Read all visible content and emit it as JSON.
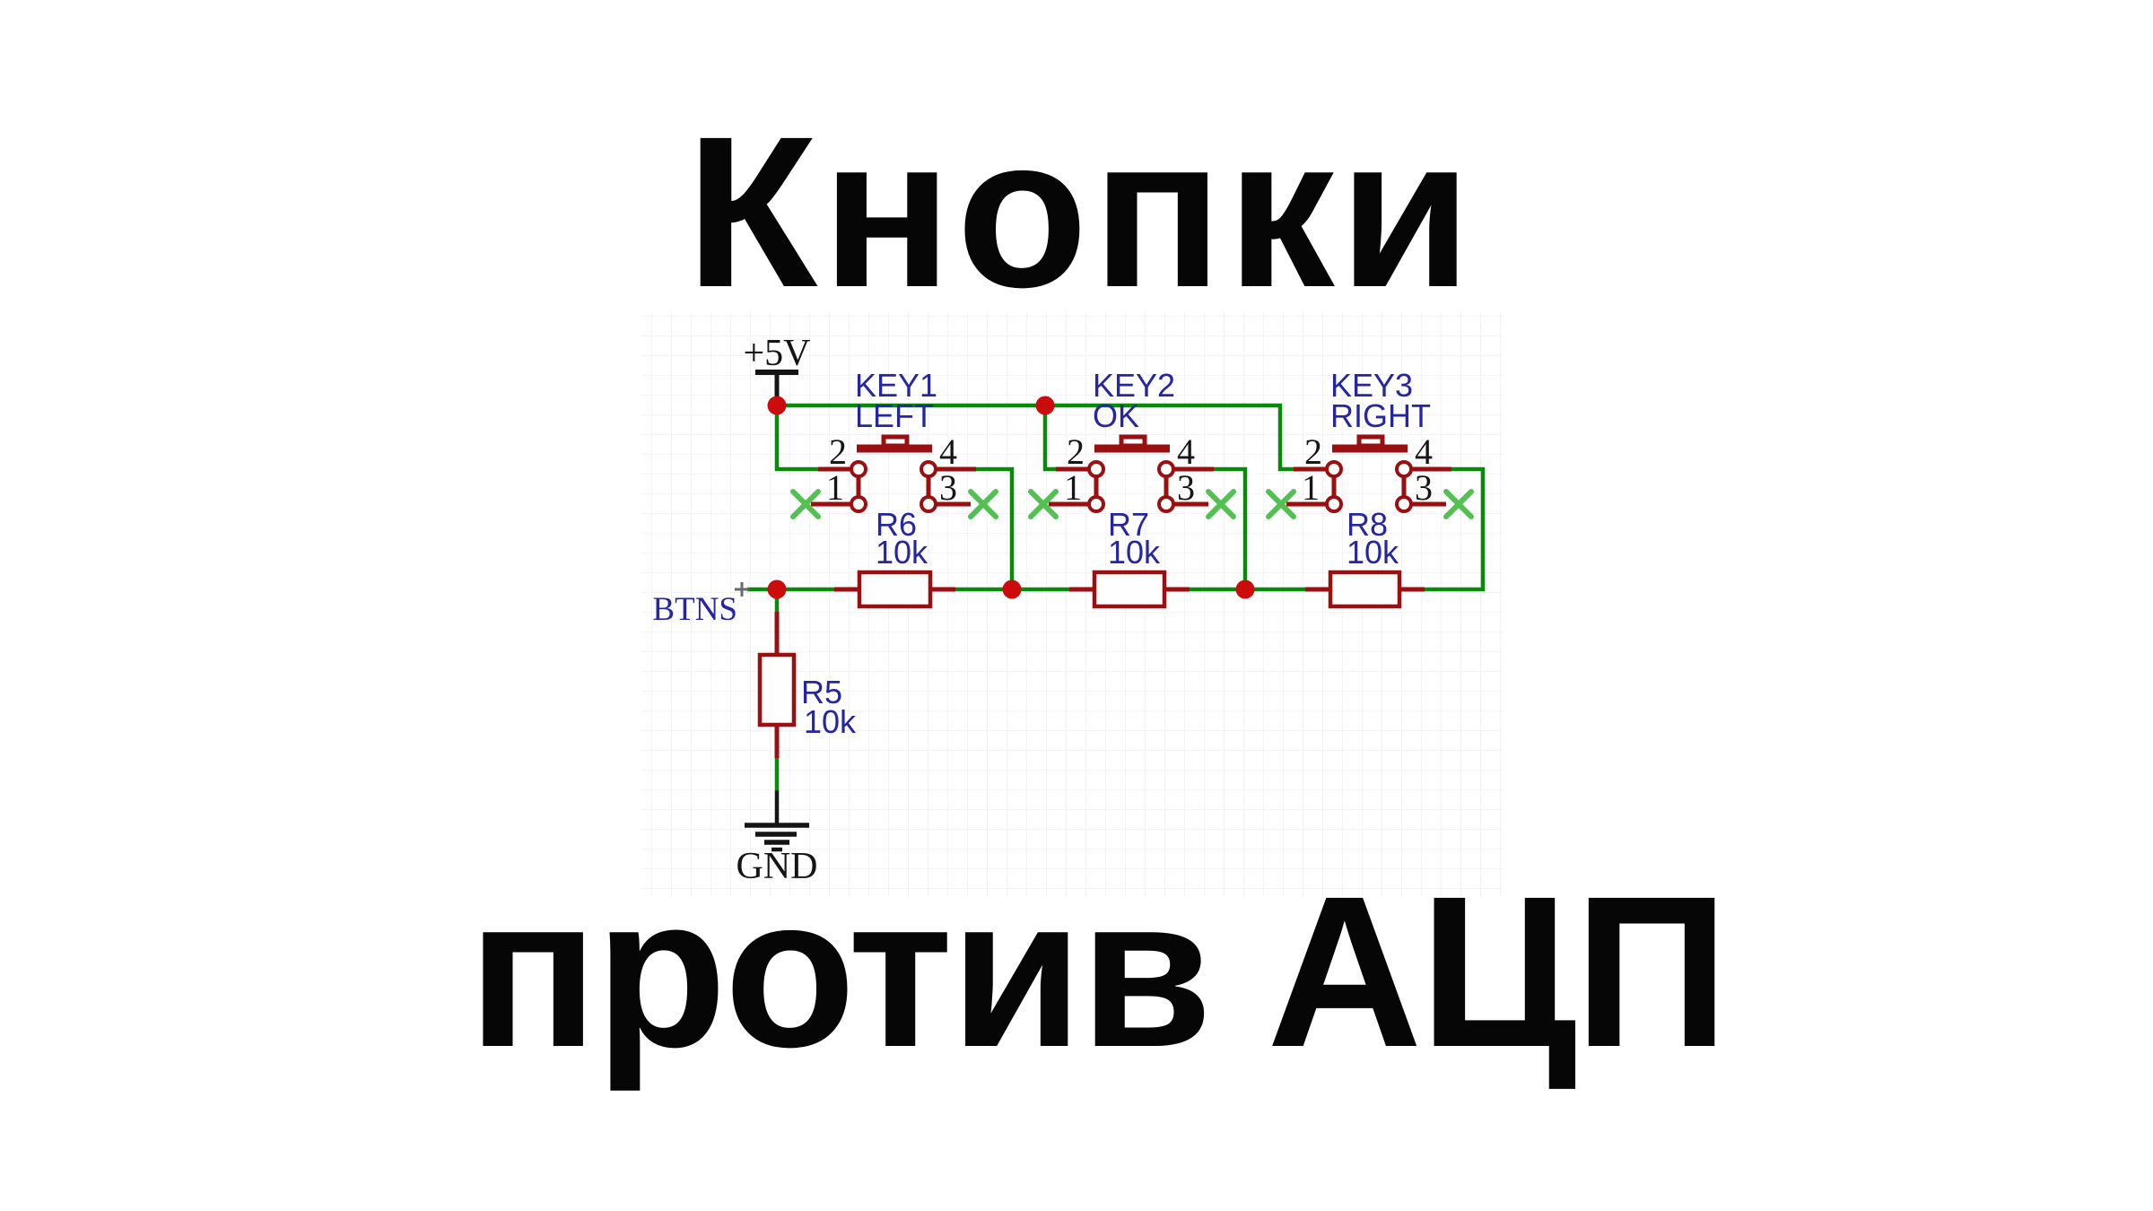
{
  "title_top": "Кнопки",
  "title_bottom": "против АЦП",
  "schematic": {
    "power_label": "+5V",
    "ground_label": "GND",
    "net_label": "BTNS",
    "keys": [
      {
        "ref": "KEY1",
        "label": "LEFT",
        "pins": {
          "p2": "2",
          "p1": "1",
          "p4": "4",
          "p3": "3"
        }
      },
      {
        "ref": "KEY2",
        "label": "OK",
        "pins": {
          "p2": "2",
          "p1": "1",
          "p4": "4",
          "p3": "3"
        }
      },
      {
        "ref": "KEY3",
        "label": "RIGHT",
        "pins": {
          "p2": "2",
          "p1": "1",
          "p4": "4",
          "p3": "3"
        }
      }
    ],
    "series_resistors": [
      {
        "ref": "R6",
        "value": "10k"
      },
      {
        "ref": "R7",
        "value": "10k"
      },
      {
        "ref": "R8",
        "value": "10k"
      }
    ],
    "pulldown_resistor": {
      "ref": "R5",
      "value": "10k"
    },
    "colors": {
      "wire": "#0a8a0a",
      "junction": "#cc0c0c",
      "component": "#9a0f0f",
      "no_connect_x": "#52c152",
      "label_blue": "#26269f",
      "grid": "#eaeaf1"
    }
  }
}
